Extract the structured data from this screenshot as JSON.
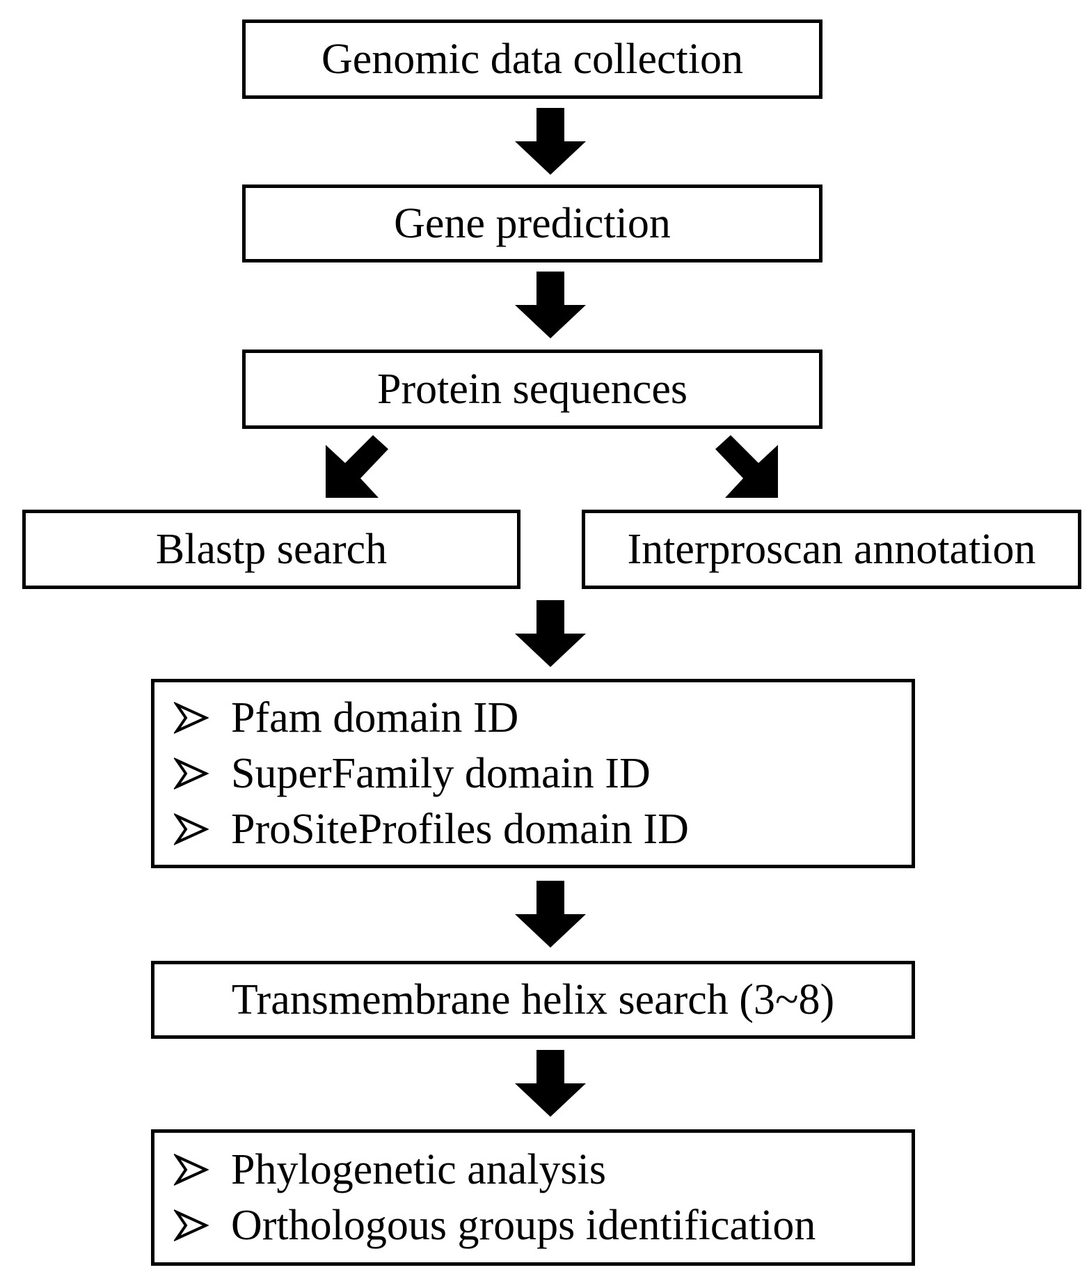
{
  "steps": {
    "genomic": "Genomic data collection",
    "gene_prediction": "Gene prediction",
    "protein_sequences": "Protein sequences",
    "blastp": "Blastp search",
    "interproscan": "Interproscan annotation",
    "domains": [
      "Pfam domain ID",
      "SuperFamily domain ID",
      "ProSiteProfiles domain ID"
    ],
    "transmembrane": "Transmembrane helix search (3~8)",
    "final": [
      "Phylogenetic analysis",
      "Orthologous groups identification"
    ]
  },
  "icons": {
    "arrow": "arrow-down-icon",
    "bullet": "arrowhead-bullet-icon"
  },
  "colors": {
    "stroke": "#000000",
    "fill": "#ffffff"
  }
}
